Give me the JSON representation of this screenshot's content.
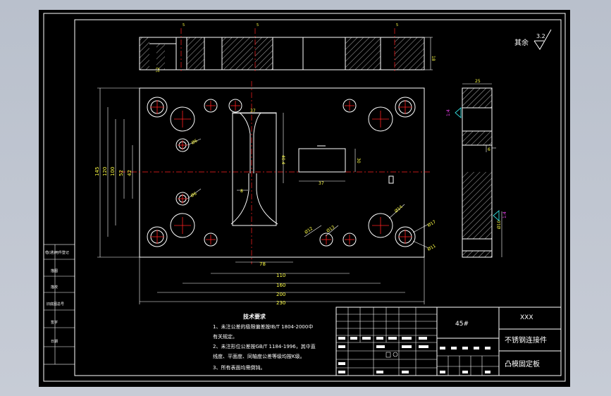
{
  "roughness": {
    "label": "其余",
    "value": "3.2"
  },
  "title_block": {
    "material": "45#",
    "company": "XXX",
    "part_name": "不锈钢连接件",
    "drawing_name": "凸模固定板"
  },
  "tech_requirements": {
    "title": "技术要求",
    "lines": [
      "1、未注公差的极限偏差按IB/T 1804-2000中",
      "   有关规定。",
      "2、未注形位公差按GB/T 1184-1996，其中直",
      "   线度、平面度、同轴度公差等级均按K级。",
      "3、所有表面均需倒钝。"
    ]
  },
  "left_labels": [
    "借(通)用件登记",
    "描图",
    "描校",
    "旧底图总号",
    "签字",
    "日期"
  ],
  "front_dims": {
    "horizontal": [
      "78",
      "110",
      "160",
      "200",
      "230"
    ],
    "vertical": [
      "145",
      "120",
      "100",
      "52",
      "42"
    ],
    "top_width": "37",
    "slot_height": "40.4",
    "rect_width": "37",
    "rect_height": "30",
    "web": "8"
  },
  "hole_labels": [
    "Ø6",
    "Ø6",
    "Ø14",
    "Ø12",
    "Ø13",
    "Ø17",
    "Ø11"
  ],
  "top_view_dims": {
    "height": "18",
    "bottom": "12",
    "marks": [
      "5",
      "5",
      "5"
    ]
  },
  "side_view_dims": {
    "width": "25",
    "lower": "Ø10",
    "mid": "6",
    "sec_top": "1:4",
    "sec_bottom": "1:4"
  }
}
